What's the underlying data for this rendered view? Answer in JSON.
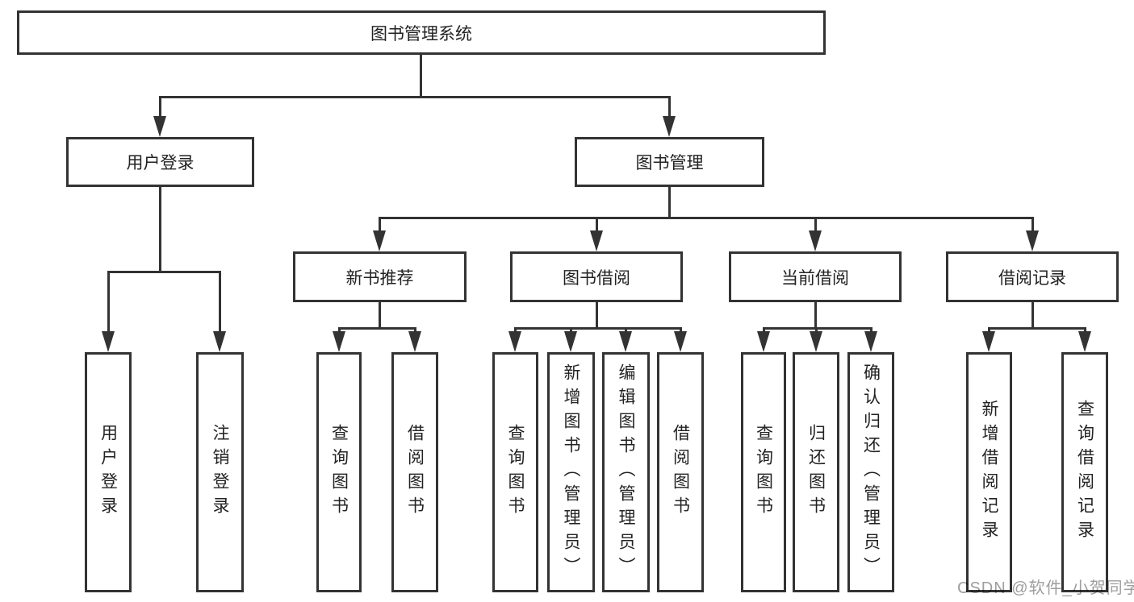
{
  "title": "图书管理系统",
  "colors": {
    "line": "#333333",
    "text": "#222222",
    "background": "#ffffff",
    "watermark": "#9e9e9e"
  },
  "tree": {
    "root": {
      "label": "图书管理系统"
    },
    "branches": [
      {
        "label": "用户登录",
        "children": [
          {
            "label": "用户登录"
          },
          {
            "label": "注销登录"
          }
        ]
      },
      {
        "label": "图书管理",
        "children": [
          {
            "label": "新书推荐",
            "children": [
              {
                "label": "查询图书"
              },
              {
                "label": "借阅图书"
              }
            ]
          },
          {
            "label": "图书借阅",
            "children": [
              {
                "label": "查询图书"
              },
              {
                "label": "新增图书（管理员）"
              },
              {
                "label": "编辑图书（管理员）"
              },
              {
                "label": "借阅图书"
              }
            ]
          },
          {
            "label": "当前借阅",
            "children": [
              {
                "label": "查询图书"
              },
              {
                "label": "归还图书"
              },
              {
                "label": "确认归还（管理员）"
              }
            ]
          },
          {
            "label": "借阅记录",
            "children": [
              {
                "label": "新增借阅记录"
              },
              {
                "label": "查询借阅记录"
              }
            ]
          }
        ]
      }
    ]
  },
  "watermark": {
    "text": "CSDN @软件_小贺同学"
  }
}
